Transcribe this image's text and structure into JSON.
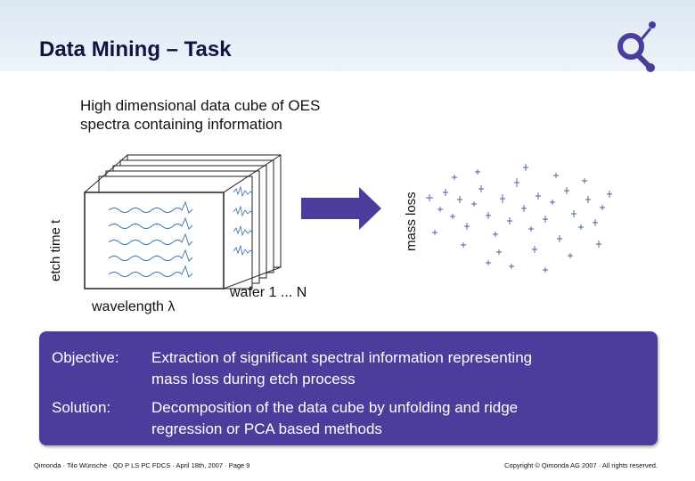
{
  "header": {
    "title": "Data Mining – Task"
  },
  "diagram": {
    "description_lines": [
      "High dimensional data cube of OES",
      "spectra containing information"
    ],
    "etch_axis_label": "etch time t",
    "wavelength_axis_label": "wavelength λ",
    "wafer_label": "wafer 1 ... N",
    "mass_axis_label": "mass loss",
    "arrow_color": "#4b3d9c"
  },
  "info_box": {
    "objective_key": "Objective:",
    "objective_lines": [
      "Extraction of significant spectral information representing",
      "mass loss during etch process"
    ],
    "solution_key": "Solution:",
    "solution_lines": [
      "Decomposition of the data cube by unfolding and ridge",
      "regression or PCA based methods"
    ],
    "background_color": "#4b3d9c"
  },
  "footer": {
    "left": "Qimonda · Tilo Wünsche · QD P LS PC FDCS · April 18th, 2007 · Page 9",
    "right": "Copyright © Qimonda AG 2007 · All rights reserved."
  }
}
